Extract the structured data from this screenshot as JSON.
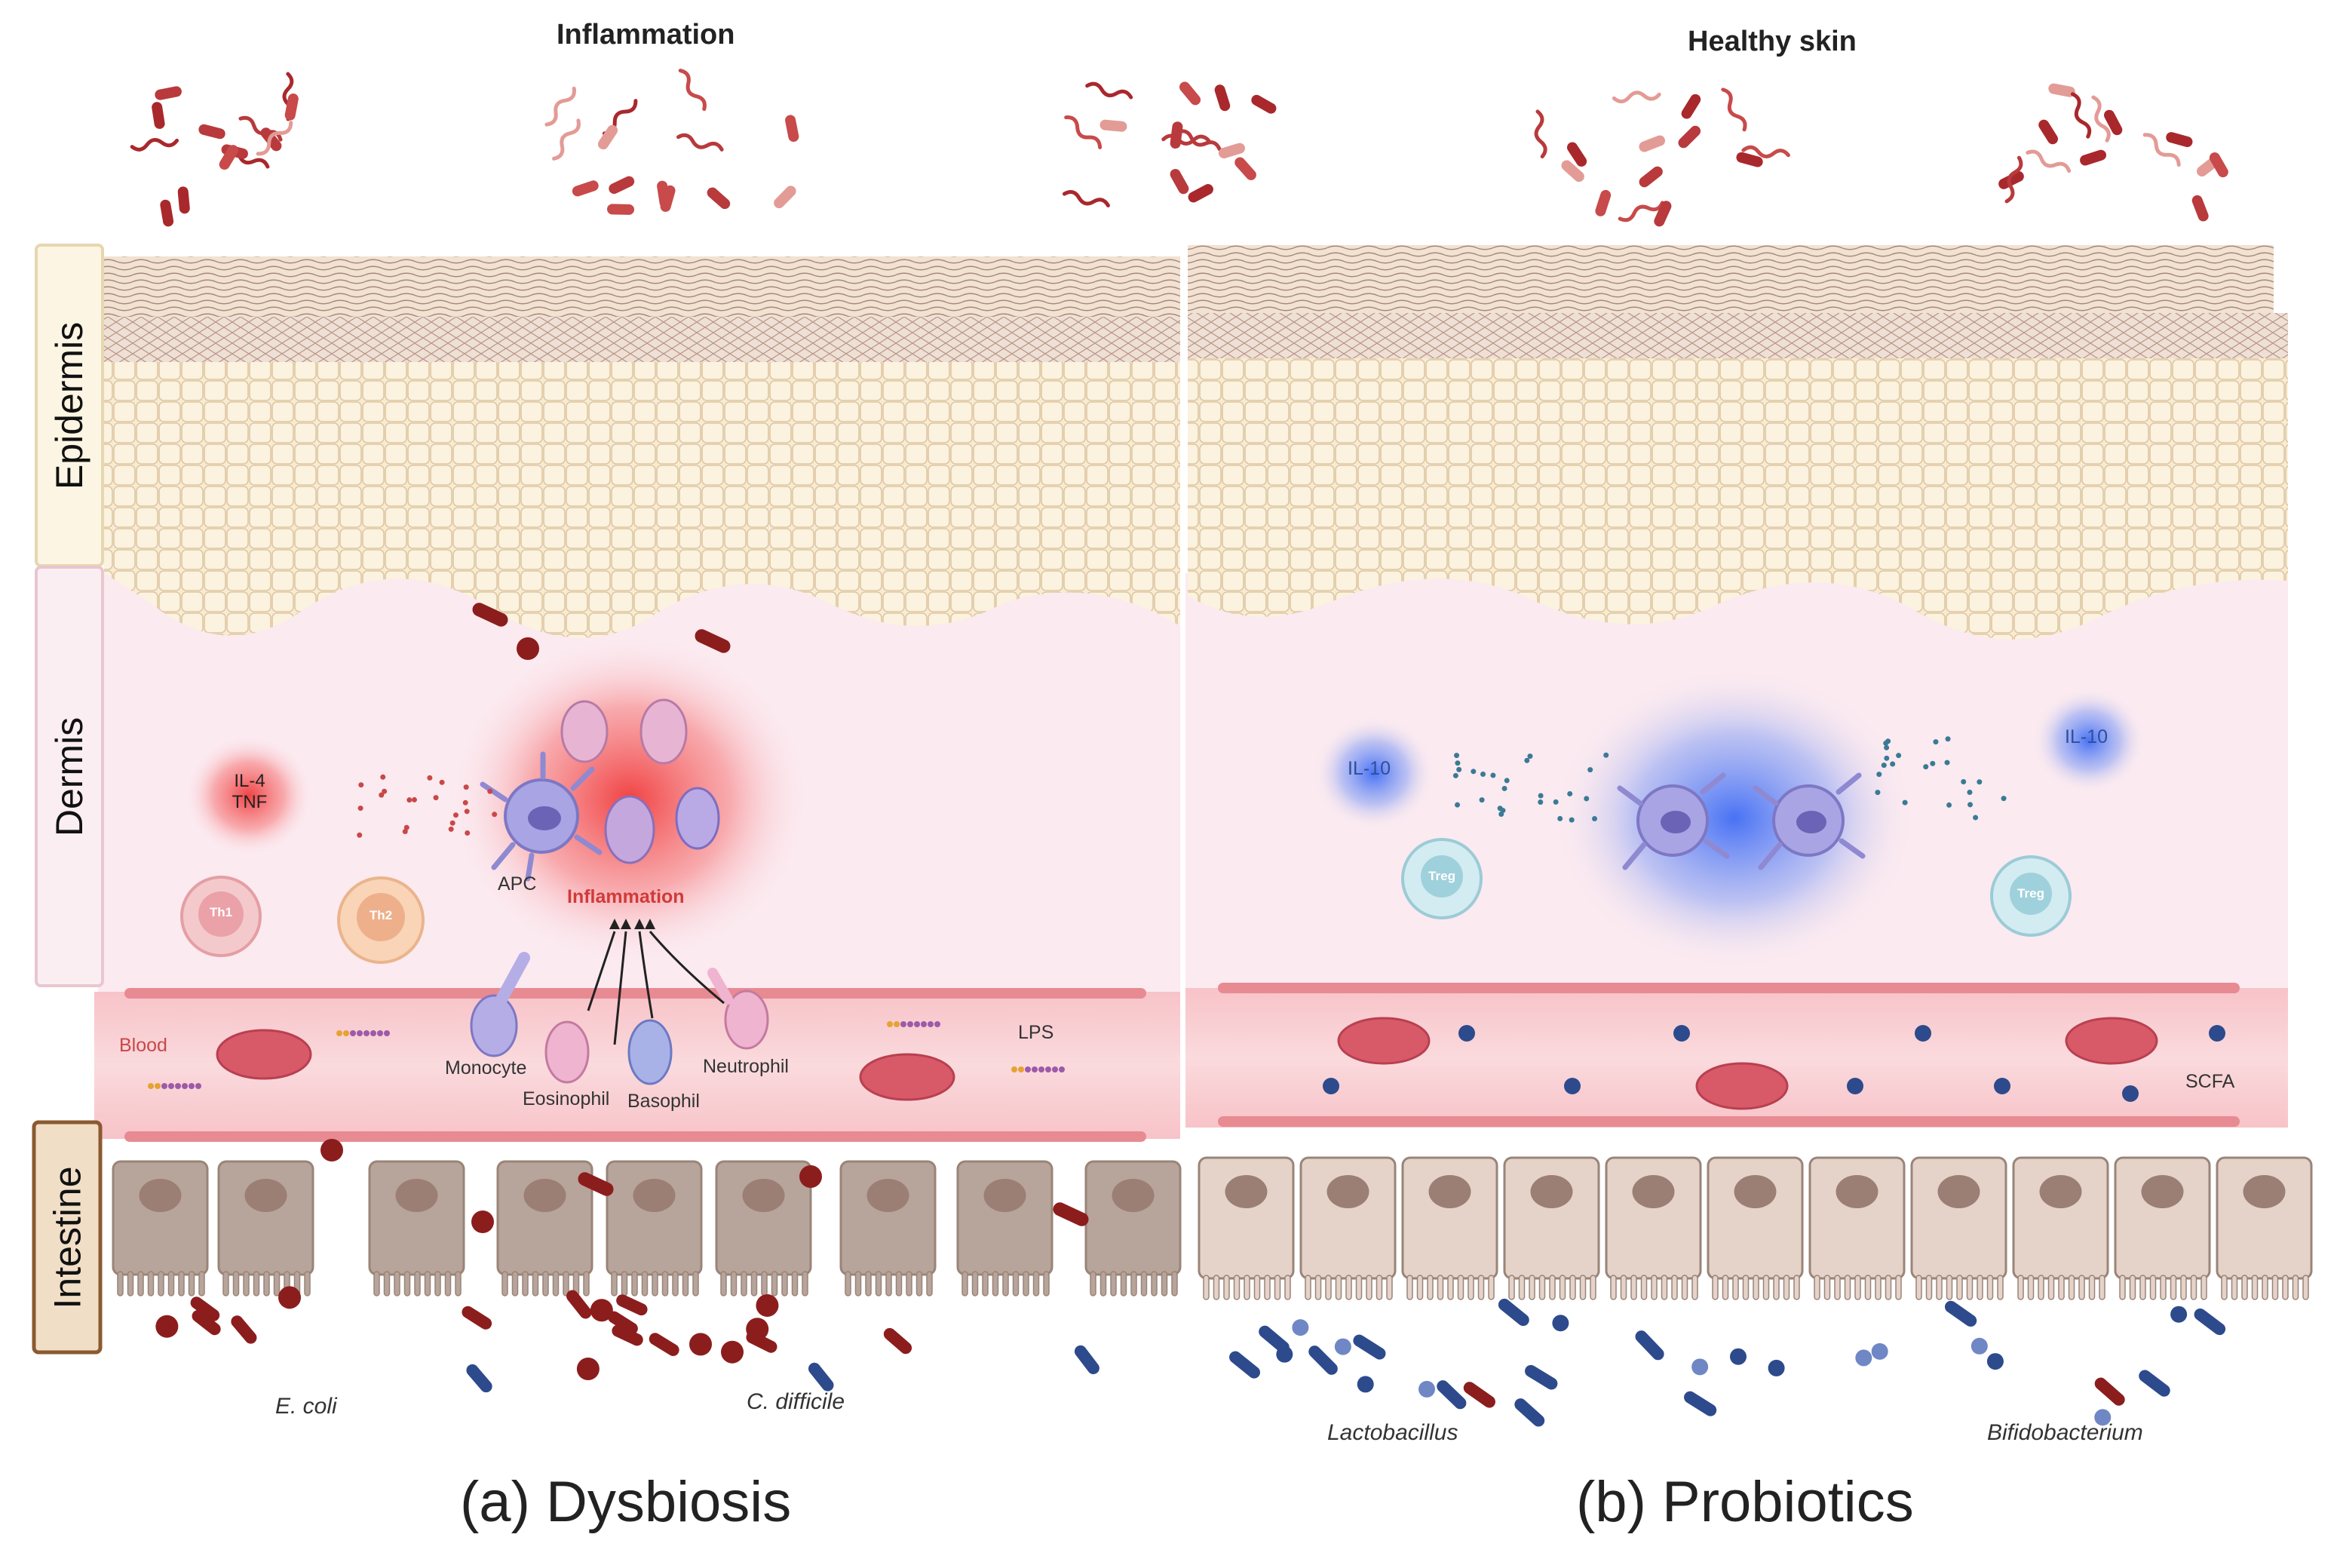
{
  "headers": {
    "left": "Inflammation",
    "right": "Healthy skin"
  },
  "layers": {
    "epidermis": "Epidermis",
    "dermis": "Dermis",
    "intestine": "Intestine"
  },
  "left_panel": {
    "cytokines": {
      "line1": "IL-4",
      "line2": "TNF"
    },
    "th1": "Th1",
    "th2": "Th2",
    "apc": "APC",
    "inflammation": "Inflammation",
    "blood": "Blood",
    "monocyte": "Monocyte",
    "eosinophil": "Eosinophil",
    "basophil": "Basophil",
    "neutrophil": "Neutrophil",
    "lps": "LPS",
    "species_1": "E. coli",
    "species_2": "C. difficile"
  },
  "right_panel": {
    "il10_left": "IL-10",
    "il10_right": "IL-10",
    "treg_left": "Treg",
    "treg_right": "Treg",
    "scfa": "SCFA",
    "species_1": "Lactobacillus",
    "species_2": "Bifidobacterium"
  },
  "captions": {
    "left": "(a) Dysbiosis",
    "right": "(b) Probiotics"
  },
  "colors": {
    "inflammation_red": "#e43b3b",
    "calm_blue": "#4a6ff0",
    "bacteria_dark_red": "#8c1d1d",
    "probiotic_blue": "#2d4a8c",
    "blood_red": "#d85a68",
    "enterocyte": "#b7a49a",
    "epidermis_cream": "#f8ebd3",
    "dermis_pink": "#fbeaf0"
  }
}
